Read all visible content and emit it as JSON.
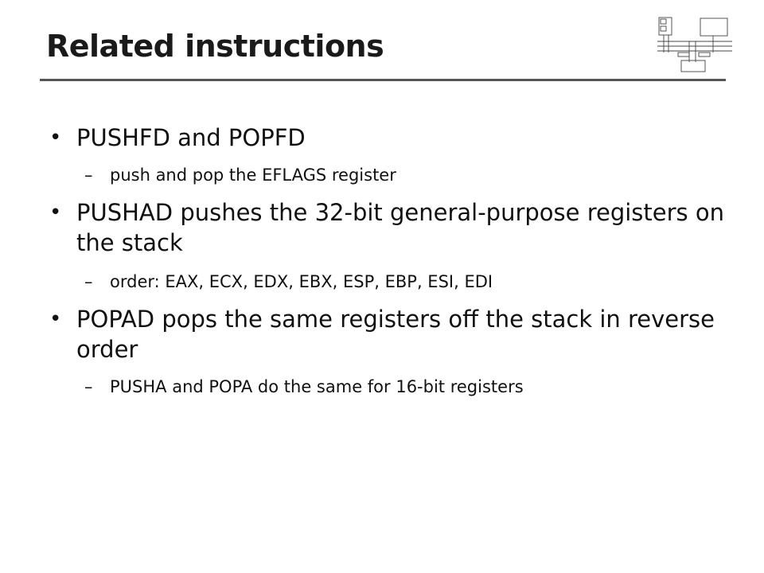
{
  "slide": {
    "title": "Related instructions",
    "bullets": [
      {
        "text": "PUSHFD and POPFD",
        "sub": "push and pop the EFLAGS register"
      },
      {
        "text": "PUSHAD pushes the 32-bit general-purpose registers on the stack",
        "sub": "order: EAX, ECX, EDX, EBX, ESP, EBP, ESI, EDI"
      },
      {
        "text": "POPAD pops the same registers off the stack in reverse order",
        "sub": "PUSHA and POPA do the same for 16-bit registers"
      }
    ],
    "bullet_glyph": "•",
    "sub_glyph": "–",
    "logo_icon": "computer-architecture-diagram-icon"
  }
}
